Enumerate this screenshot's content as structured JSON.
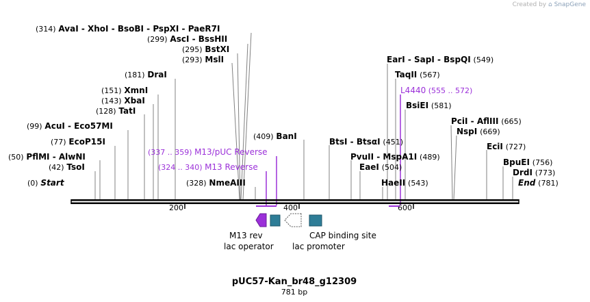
{
  "app": {
    "credit_prefix": "Created by",
    "credit_brand": "SnapGene"
  },
  "plasmid": {
    "name": "pUC57-Kan_br48_g12309",
    "length_label": "781 bp"
  },
  "colors": {
    "primer": "#9b30d9",
    "feature_teal": "#2e7d97",
    "text": "#000000",
    "line": "#808080"
  },
  "ruler": {
    "ticks": [
      "200",
      "400",
      "600"
    ]
  },
  "sites": [
    {
      "pos": "(314)",
      "names": [
        "AvaI",
        "XhoI",
        "BsoBI",
        "PspXI",
        "PaeR7I"
      ]
    },
    {
      "pos": "(299)",
      "names": [
        "AscI",
        "BssHII"
      ]
    },
    {
      "pos": "(295)",
      "names": [
        "BstXI"
      ]
    },
    {
      "pos": "(293)",
      "names": [
        "MslI"
      ]
    },
    {
      "pos": "(181)",
      "names": [
        "DraI"
      ]
    },
    {
      "pos": "(151)",
      "names": [
        "XmnI"
      ]
    },
    {
      "pos": "(143)",
      "names": [
        "XbaI"
      ]
    },
    {
      "pos": "(128)",
      "names": [
        "TatI"
      ]
    },
    {
      "pos": "(99)",
      "names": [
        "AcuI",
        "Eco57MI"
      ]
    },
    {
      "pos": "(77)",
      "names": [
        "EcoP15I"
      ]
    },
    {
      "pos": "(50)",
      "names": [
        "PflMI",
        "AlwNI"
      ]
    },
    {
      "pos": "(42)",
      "names": [
        "TsoI"
      ]
    },
    {
      "pos": "(0)",
      "names": [
        "Start"
      ]
    },
    {
      "pos": "(328)",
      "names": [
        "NmeAIII"
      ]
    },
    {
      "pos": "(409)",
      "names": [
        "BanI"
      ]
    },
    {
      "pos": "(451)",
      "names": [
        "BtsI",
        "BtsαI"
      ]
    },
    {
      "pos": "(489)",
      "names": [
        "PvuII",
        "MspA1I"
      ]
    },
    {
      "pos": "(504)",
      "names": [
        "EaeI"
      ]
    },
    {
      "pos": "(543)",
      "names": [
        "HaeII"
      ]
    },
    {
      "pos": "(549)",
      "names": [
        "EarI",
        "SapI",
        "BspQI"
      ]
    },
    {
      "pos": "(567)",
      "names": [
        "TaqII"
      ]
    },
    {
      "pos": "(581)",
      "names": [
        "BsiEI"
      ]
    },
    {
      "pos": "(665)",
      "names": [
        "PciI",
        "AflIII"
      ]
    },
    {
      "pos": "(669)",
      "names": [
        "NspI"
      ]
    },
    {
      "pos": "(727)",
      "names": [
        "EciI"
      ]
    },
    {
      "pos": "(756)",
      "names": [
        "BpuEI"
      ]
    },
    {
      "pos": "(773)",
      "names": [
        "DrdI"
      ]
    },
    {
      "pos": "(781)",
      "names": [
        "End"
      ]
    }
  ],
  "primers": [
    {
      "range": "(337 .. 359)",
      "name": "M13/pUC Reverse"
    },
    {
      "range": "(324 .. 340)",
      "name": "M13 Reverse"
    },
    {
      "range": "(555 .. 572)",
      "name": "L4440"
    }
  ],
  "features": [
    {
      "name": "M13 rev"
    },
    {
      "name": "lac operator"
    },
    {
      "name": "lac promoter"
    },
    {
      "name": "CAP binding site"
    }
  ]
}
